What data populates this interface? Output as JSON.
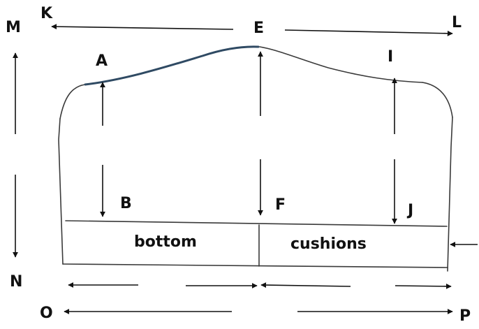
{
  "point_labels": {
    "K": "K",
    "E": "E",
    "L": "L",
    "M": "M",
    "A": "A",
    "I": "I",
    "B": "B",
    "F": "F",
    "J": "J",
    "N": "N",
    "O": "O",
    "P": "P"
  },
  "cushion_labels": {
    "bottom": "bottom",
    "cushions": "cushions"
  },
  "colors": {
    "ink": "#111111",
    "outline": "#3a3a3a",
    "crown_stroke": "#2f4a63"
  }
}
